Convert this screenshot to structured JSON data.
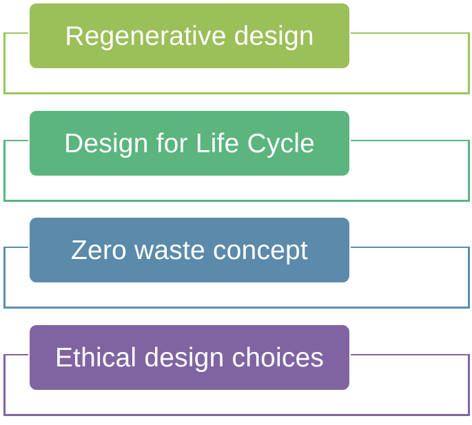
{
  "diagram": {
    "items": [
      {
        "label": "Regenerative design",
        "color": "#9bbf59"
      },
      {
        "label": "Design for Life Cycle",
        "color": "#5bb57d"
      },
      {
        "label": "Zero waste concept",
        "color": "#5b8aab"
      },
      {
        "label": "Ethical design choices",
        "color": "#8064a2"
      }
    ]
  }
}
